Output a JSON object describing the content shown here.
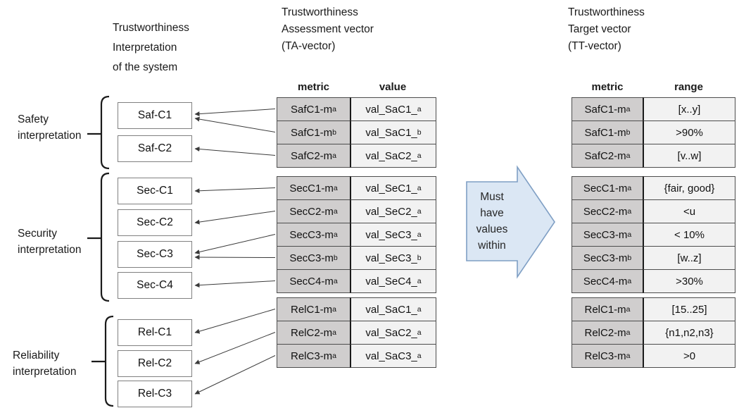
{
  "headers": {
    "interpretation": "Trustworthiness\nInterpretation\nof the system",
    "ta": "Trustworthiness\nAssessment vector\n(TA-vector)",
    "tt": "Trustworthiness\nTarget vector\n(TT-vector)"
  },
  "interpretations": [
    {
      "label": "Safety\ninterpretation",
      "boxes": [
        "Saf-C1",
        "Saf-C2"
      ]
    },
    {
      "label": "Security\ninterpretation",
      "boxes": [
        "Sec-C1",
        "Sec-C2",
        "Sec-C3",
        "Sec-C4"
      ]
    },
    {
      "label": "Reliability\ninterpretation",
      "boxes": [
        "Rel-C1",
        "Rel-C2",
        "Rel-C3"
      ]
    }
  ],
  "ta_vector": {
    "columns": [
      "metric",
      "value"
    ],
    "groups": [
      {
        "rows": [
          {
            "metric": "SafC1-m",
            "metric_sub": "a",
            "value": "val_SaC1_",
            "value_sub": "a",
            "target": "Saf-C1"
          },
          {
            "metric": "SafC1-m",
            "metric_sub": "b",
            "value": "val_SaC1_",
            "value_sub": "b",
            "target": "Saf-C1"
          },
          {
            "metric": "SafC2-m",
            "metric_sub": "a",
            "value": "val_SaC2_",
            "value_sub": "a",
            "target": "Saf-C2"
          }
        ]
      },
      {
        "rows": [
          {
            "metric": "SecC1-m",
            "metric_sub": "a",
            "value": "val_SeC1_",
            "value_sub": "a",
            "target": "Sec-C1"
          },
          {
            "metric": "SecC2-m",
            "metric_sub": "a",
            "value": "val_SeC2_",
            "value_sub": "a",
            "target": "Sec-C2"
          },
          {
            "metric": "SecC3-m",
            "metric_sub": "a",
            "value": "val_SeC3_",
            "value_sub": "a",
            "target": "Sec-C3"
          },
          {
            "metric": "SecC3-m",
            "metric_sub": "b",
            "value": "val_SeC3_",
            "value_sub": "b",
            "target": "Sec-C3"
          },
          {
            "metric": "SecC4-m",
            "metric_sub": "a",
            "value": "val_SeC4_",
            "value_sub": "a",
            "target": "Sec-C4"
          }
        ]
      },
      {
        "rows": [
          {
            "metric": "RelC1-m",
            "metric_sub": "a",
            "value": "val_SaC1_",
            "value_sub": "a",
            "target": "Rel-C1"
          },
          {
            "metric": "RelC2-m",
            "metric_sub": "a",
            "value": "val_SaC2_",
            "value_sub": "a",
            "target": "Rel-C2"
          },
          {
            "metric": "RelC3-m",
            "metric_sub": "a",
            "value": "val_SaC3_",
            "value_sub": "a",
            "target": "Rel-C3"
          }
        ]
      }
    ]
  },
  "tt_vector": {
    "columns": [
      "metric",
      "range"
    ],
    "groups": [
      {
        "rows": [
          {
            "metric": "SafC1-m",
            "metric_sub": "a",
            "range": "[x..y]"
          },
          {
            "metric": "SafC1-m",
            "metric_sub": "b",
            "range": ">90%"
          },
          {
            "metric": "SafC2-m",
            "metric_sub": "a",
            "range": "[v..w]"
          }
        ]
      },
      {
        "rows": [
          {
            "metric": "SecC1-m",
            "metric_sub": "a",
            "range": "{fair, good}"
          },
          {
            "metric": "SecC2-m",
            "metric_sub": "a",
            "range": "<u"
          },
          {
            "metric": "SecC3-m",
            "metric_sub": "a",
            "range": "< 10%"
          },
          {
            "metric": "SecC3-m",
            "metric_sub": "b",
            "range": "[w..z]"
          },
          {
            "metric": "SecC4-m",
            "metric_sub": "a",
            "range": ">30%"
          }
        ]
      },
      {
        "rows": [
          {
            "metric": "RelC1-m",
            "metric_sub": "a",
            "range": "[15..25]"
          },
          {
            "metric": "RelC2-m",
            "metric_sub": "a",
            "range": "{n1,n2,n3}"
          },
          {
            "metric": "RelC3-m",
            "metric_sub": "a",
            "range": ">0"
          }
        ]
      }
    ]
  },
  "flow_arrow": {
    "label": "Must\nhave\nvalues\nwithin",
    "fill": "#dbe7f4",
    "stroke": "#7f9fc4"
  },
  "colors": {
    "metric_cell_bg": "#d0cece",
    "value_cell_bg": "#f2f2f2",
    "cell_border": "#4d4d4d",
    "box_border": "#808080",
    "connector_line": "#3a3a3a",
    "bracket": "#1a1a1a"
  }
}
